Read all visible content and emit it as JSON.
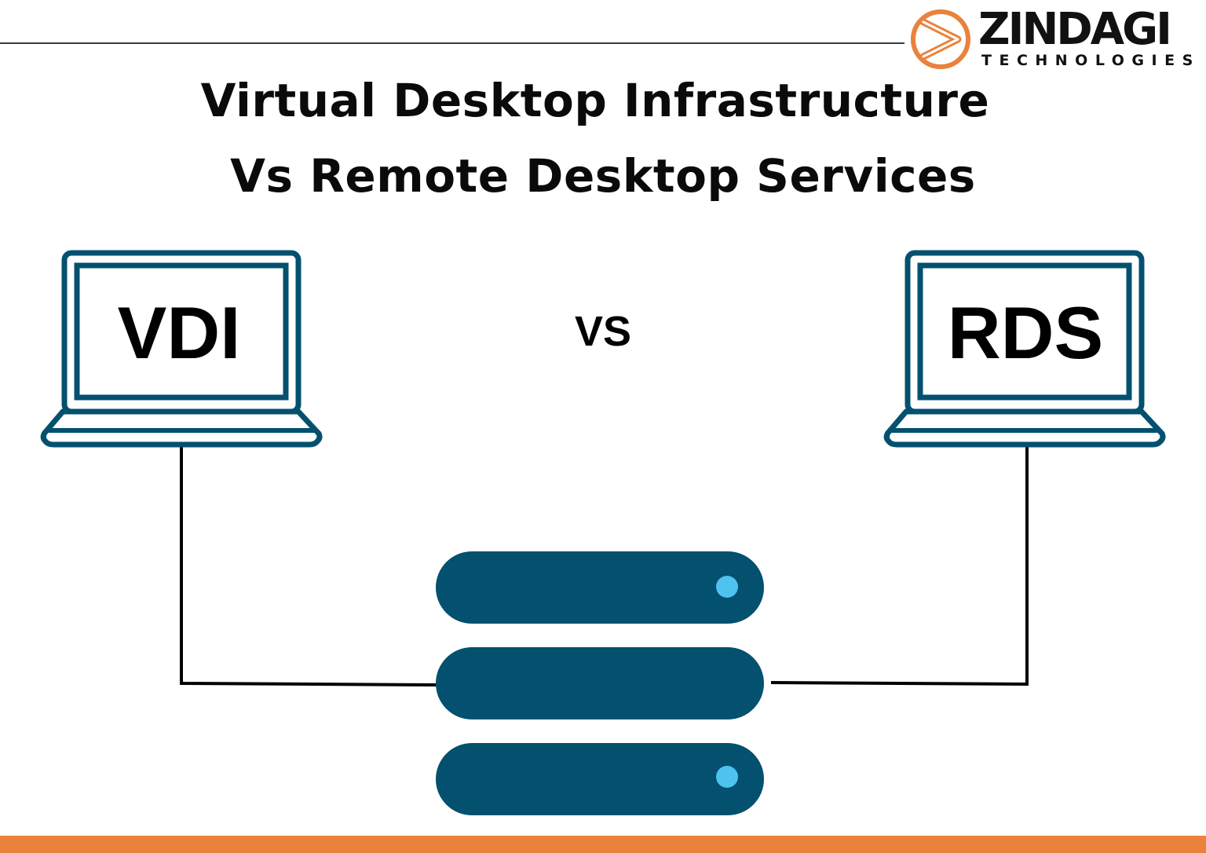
{
  "brand": {
    "name": "ZINDAGI",
    "tagline": "TECHNOLOGIES",
    "logo_icon": "chevron-circle-icon",
    "accent_color": "#ea823c"
  },
  "title": {
    "line1": "Virtual Desktop Infrastructure",
    "line2": "Vs Remote Desktop Services"
  },
  "diagram": {
    "left_node": {
      "label": "VDI",
      "icon": "laptop-icon"
    },
    "separator": "VS",
    "right_node": {
      "label": "RDS",
      "icon": "laptop-icon"
    },
    "center_node": {
      "icon": "server-stack-icon",
      "units": 3,
      "indicator_units": [
        1,
        3
      ]
    },
    "colors": {
      "primary": "#03506f",
      "indicator": "#4fc3f0",
      "connector": "#000000"
    }
  },
  "footer": {
    "bar_color": "#ea823c"
  }
}
